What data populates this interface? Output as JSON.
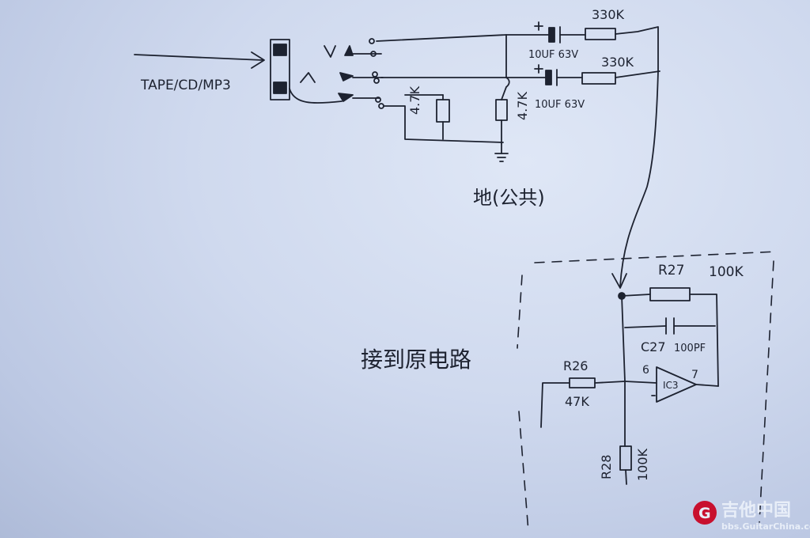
{
  "source_label": "TAPE/CD/MP3",
  "caps": [
    {
      "value": "10UF 63V",
      "resistor": "330K"
    },
    {
      "value": "10UF 63V",
      "resistor": "330K"
    }
  ],
  "shunt_resistors": [
    "4.7K",
    "4.7K"
  ],
  "ground_label": "地(公共)",
  "connect_label": "接到原电路",
  "r27": {
    "ref": "R27",
    "value": "100K"
  },
  "c27": {
    "ref": "C27",
    "value": "100PF"
  },
  "r26": {
    "ref": "R26",
    "value": "47K"
  },
  "r28": {
    "ref": "R28",
    "value": "100K"
  },
  "ic": {
    "ref": "IC3",
    "pin_in": "6",
    "pin_out": "7"
  },
  "watermark": {
    "logo": "G",
    "name": "吉他中国",
    "url": "bbs.GuitarChina.com"
  }
}
